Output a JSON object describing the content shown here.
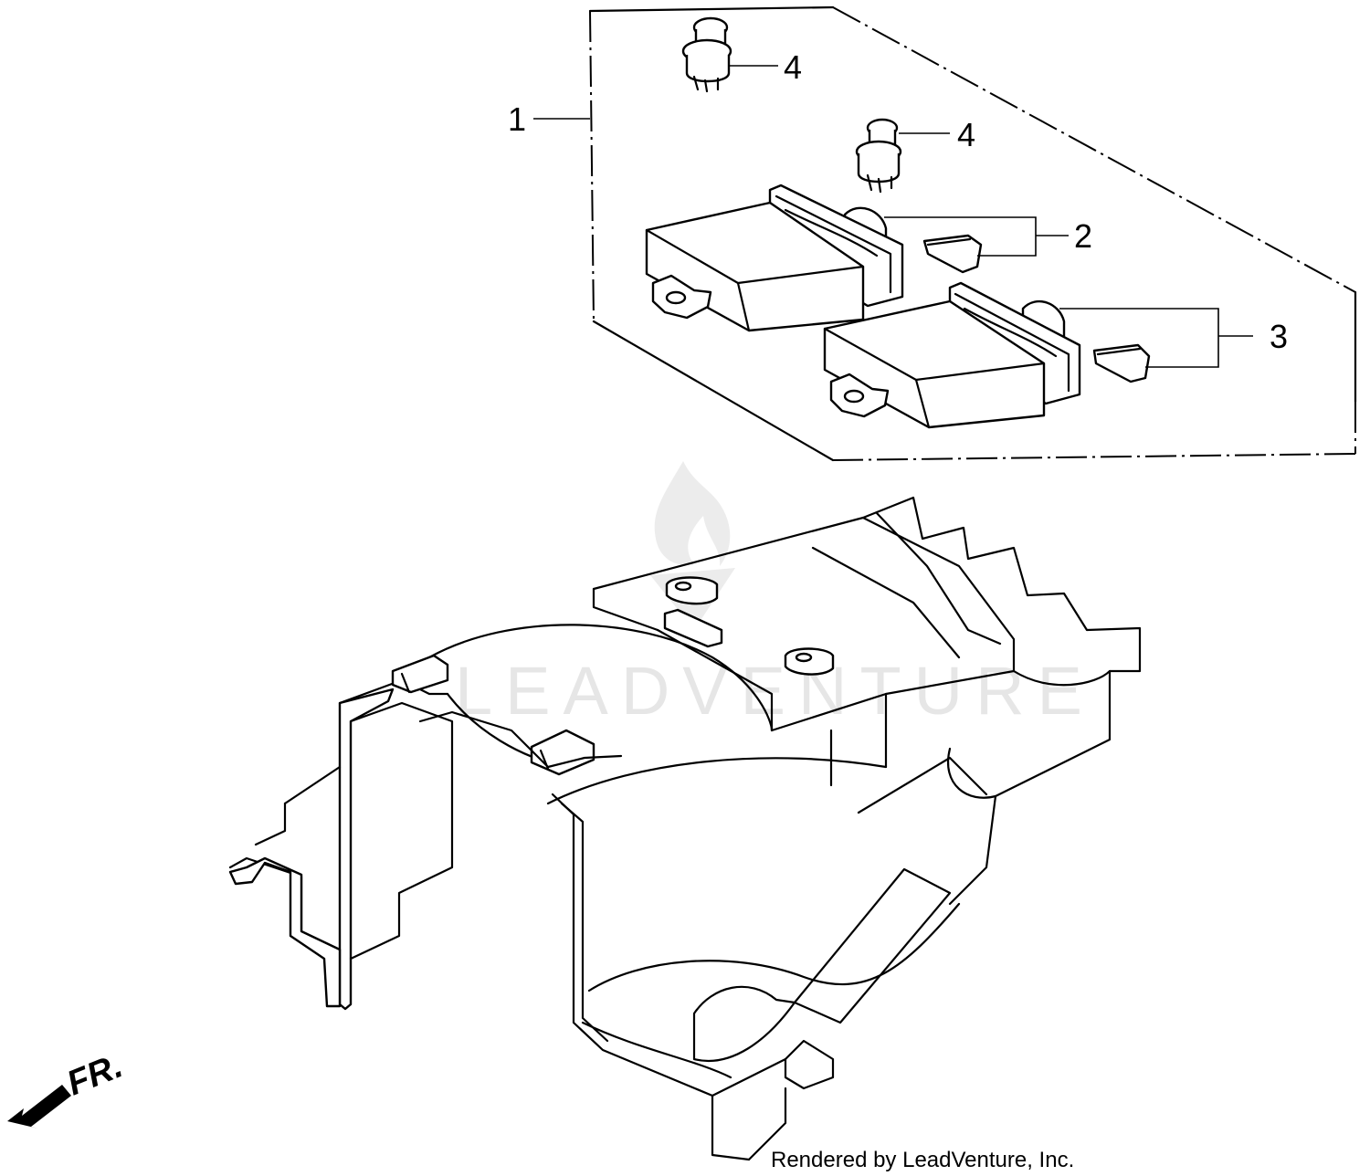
{
  "callouts": [
    {
      "id": "1",
      "label": "1"
    },
    {
      "id": "2",
      "label": "2"
    },
    {
      "id": "3",
      "label": "3"
    },
    {
      "id": "4a",
      "label": "4"
    },
    {
      "id": "4b",
      "label": "4"
    }
  ],
  "direction": {
    "label": "FR."
  },
  "watermark": {
    "text": "LEADVENTURE"
  },
  "footer": {
    "credit": "Rendered by LeadVenture, Inc."
  },
  "colors": {
    "line": "#000000",
    "background": "#ffffff",
    "watermark": "#e6e6e6"
  }
}
